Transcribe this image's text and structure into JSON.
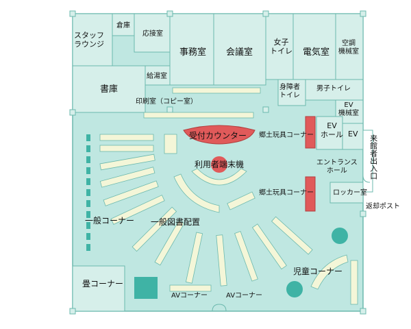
{
  "rooms": {
    "staff_lounge": "スタッフ\nラウンジ",
    "storage": "倉庫",
    "reception_room": "応接室",
    "office": "事務室",
    "meeting_room": "会議室",
    "womens_toilet": "女子\nトイレ",
    "electrical_room": "電気室",
    "ac_machine_room": "空調\n機械室",
    "kitchenette": "給湯室",
    "stacks": "書庫",
    "accessible_toilet": "身障者\nトイレ",
    "mens_toilet": "男子トイレ",
    "ev_machine_room": "EV\n機械室",
    "print_room": "印刷室（コピー室）",
    "ev_hall": "EV\nホール",
    "ev": "EV",
    "visitor_entrance": "来館者出入口",
    "entrance_hall": "エントランス\nホール",
    "locker_room": "ロッカー室",
    "return_post": "返却ポスト"
  },
  "areas": {
    "reception_counter": "受付カウンター",
    "local_materials_corner_1": "郷土玩具コーナー",
    "user_terminals": "利用者端末機",
    "local_materials_corner_2": "郷土玩具コーナー",
    "general_corner": "一般コーナー",
    "general_book_shelves": "一般図書配置",
    "tatami_corner": "畳コーナー",
    "av_corner_1": "AVコーナー",
    "av_corner_2": "AVコーナー",
    "children_corner": "児童コーナー"
  },
  "colors": {
    "floor": "#bfe7e1",
    "rooms": "#d6efea",
    "walls": "#6bb8ad",
    "shelves": "#f4f6d8",
    "counters": "#e05a5a",
    "furniture": "#3fb3a5"
  }
}
